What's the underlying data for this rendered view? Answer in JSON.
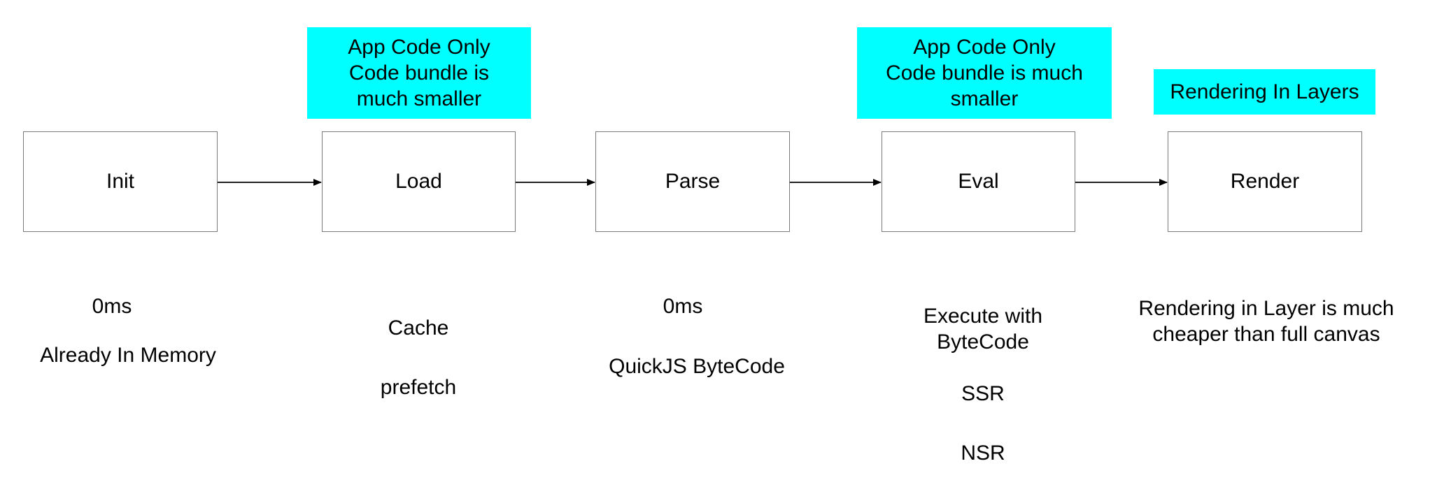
{
  "stages": [
    {
      "label": "Init"
    },
    {
      "label": "Load"
    },
    {
      "label": "Parse"
    },
    {
      "label": "Eval"
    },
    {
      "label": "Render"
    }
  ],
  "callouts": [
    {
      "text": "App Code Only\nCode bundle is\nmuch smaller"
    },
    {
      "text": "App Code Only\nCode bundle is much\nsmaller"
    },
    {
      "text": "Rendering In Layers"
    }
  ],
  "notes": {
    "init": [
      "0ms",
      "Already In Memory"
    ],
    "load": [
      "Cache",
      "prefetch"
    ],
    "parse": [
      "0ms",
      "QuickJS ByteCode"
    ],
    "eval": [
      "Execute with\nByteCode",
      "SSR",
      "NSR"
    ],
    "render": [
      "Rendering in Layer is much\ncheaper than full canvas"
    ]
  },
  "colors": {
    "callout_fill": "#00ffff",
    "box_border": "#7a7a7a",
    "arrow": "#000000"
  }
}
